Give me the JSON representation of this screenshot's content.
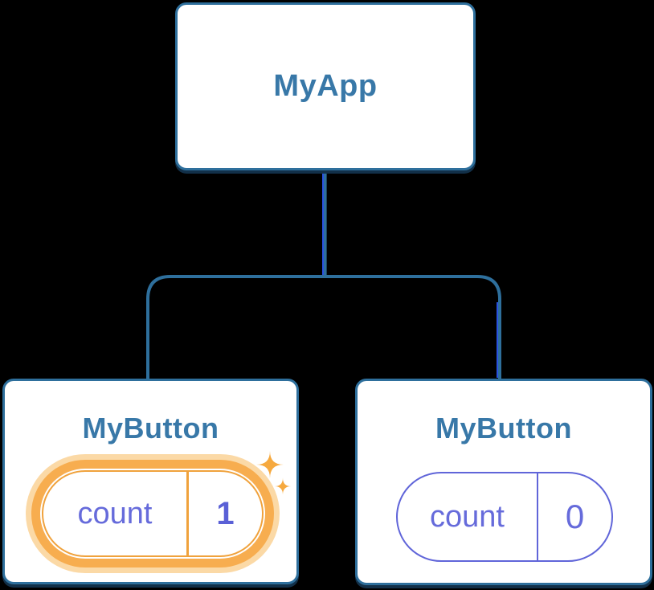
{
  "diagram": {
    "root": {
      "label": "MyApp"
    },
    "children": [
      {
        "label": "MyButton",
        "state_key": "count",
        "state_value": "1",
        "highlighted": true
      },
      {
        "label": "MyButton",
        "state_key": "count",
        "state_value": "0",
        "highlighted": false
      }
    ],
    "colors": {
      "background": "#000000",
      "card_border": "#2e6f9c",
      "card_shadow": "#123049",
      "node_label": "#3878a8",
      "state_purple": "#6065d9",
      "state_text_purple": "#666bdb",
      "highlight_border_orange": "#f0a23c",
      "highlight_ring_orange": "#f7ad4f",
      "highlight_glow_orange": "#fbd9a6",
      "sparkle_orange": "#f6a93f",
      "connector": "#2e6f9c",
      "connector_accent": "#2a52e2"
    }
  }
}
